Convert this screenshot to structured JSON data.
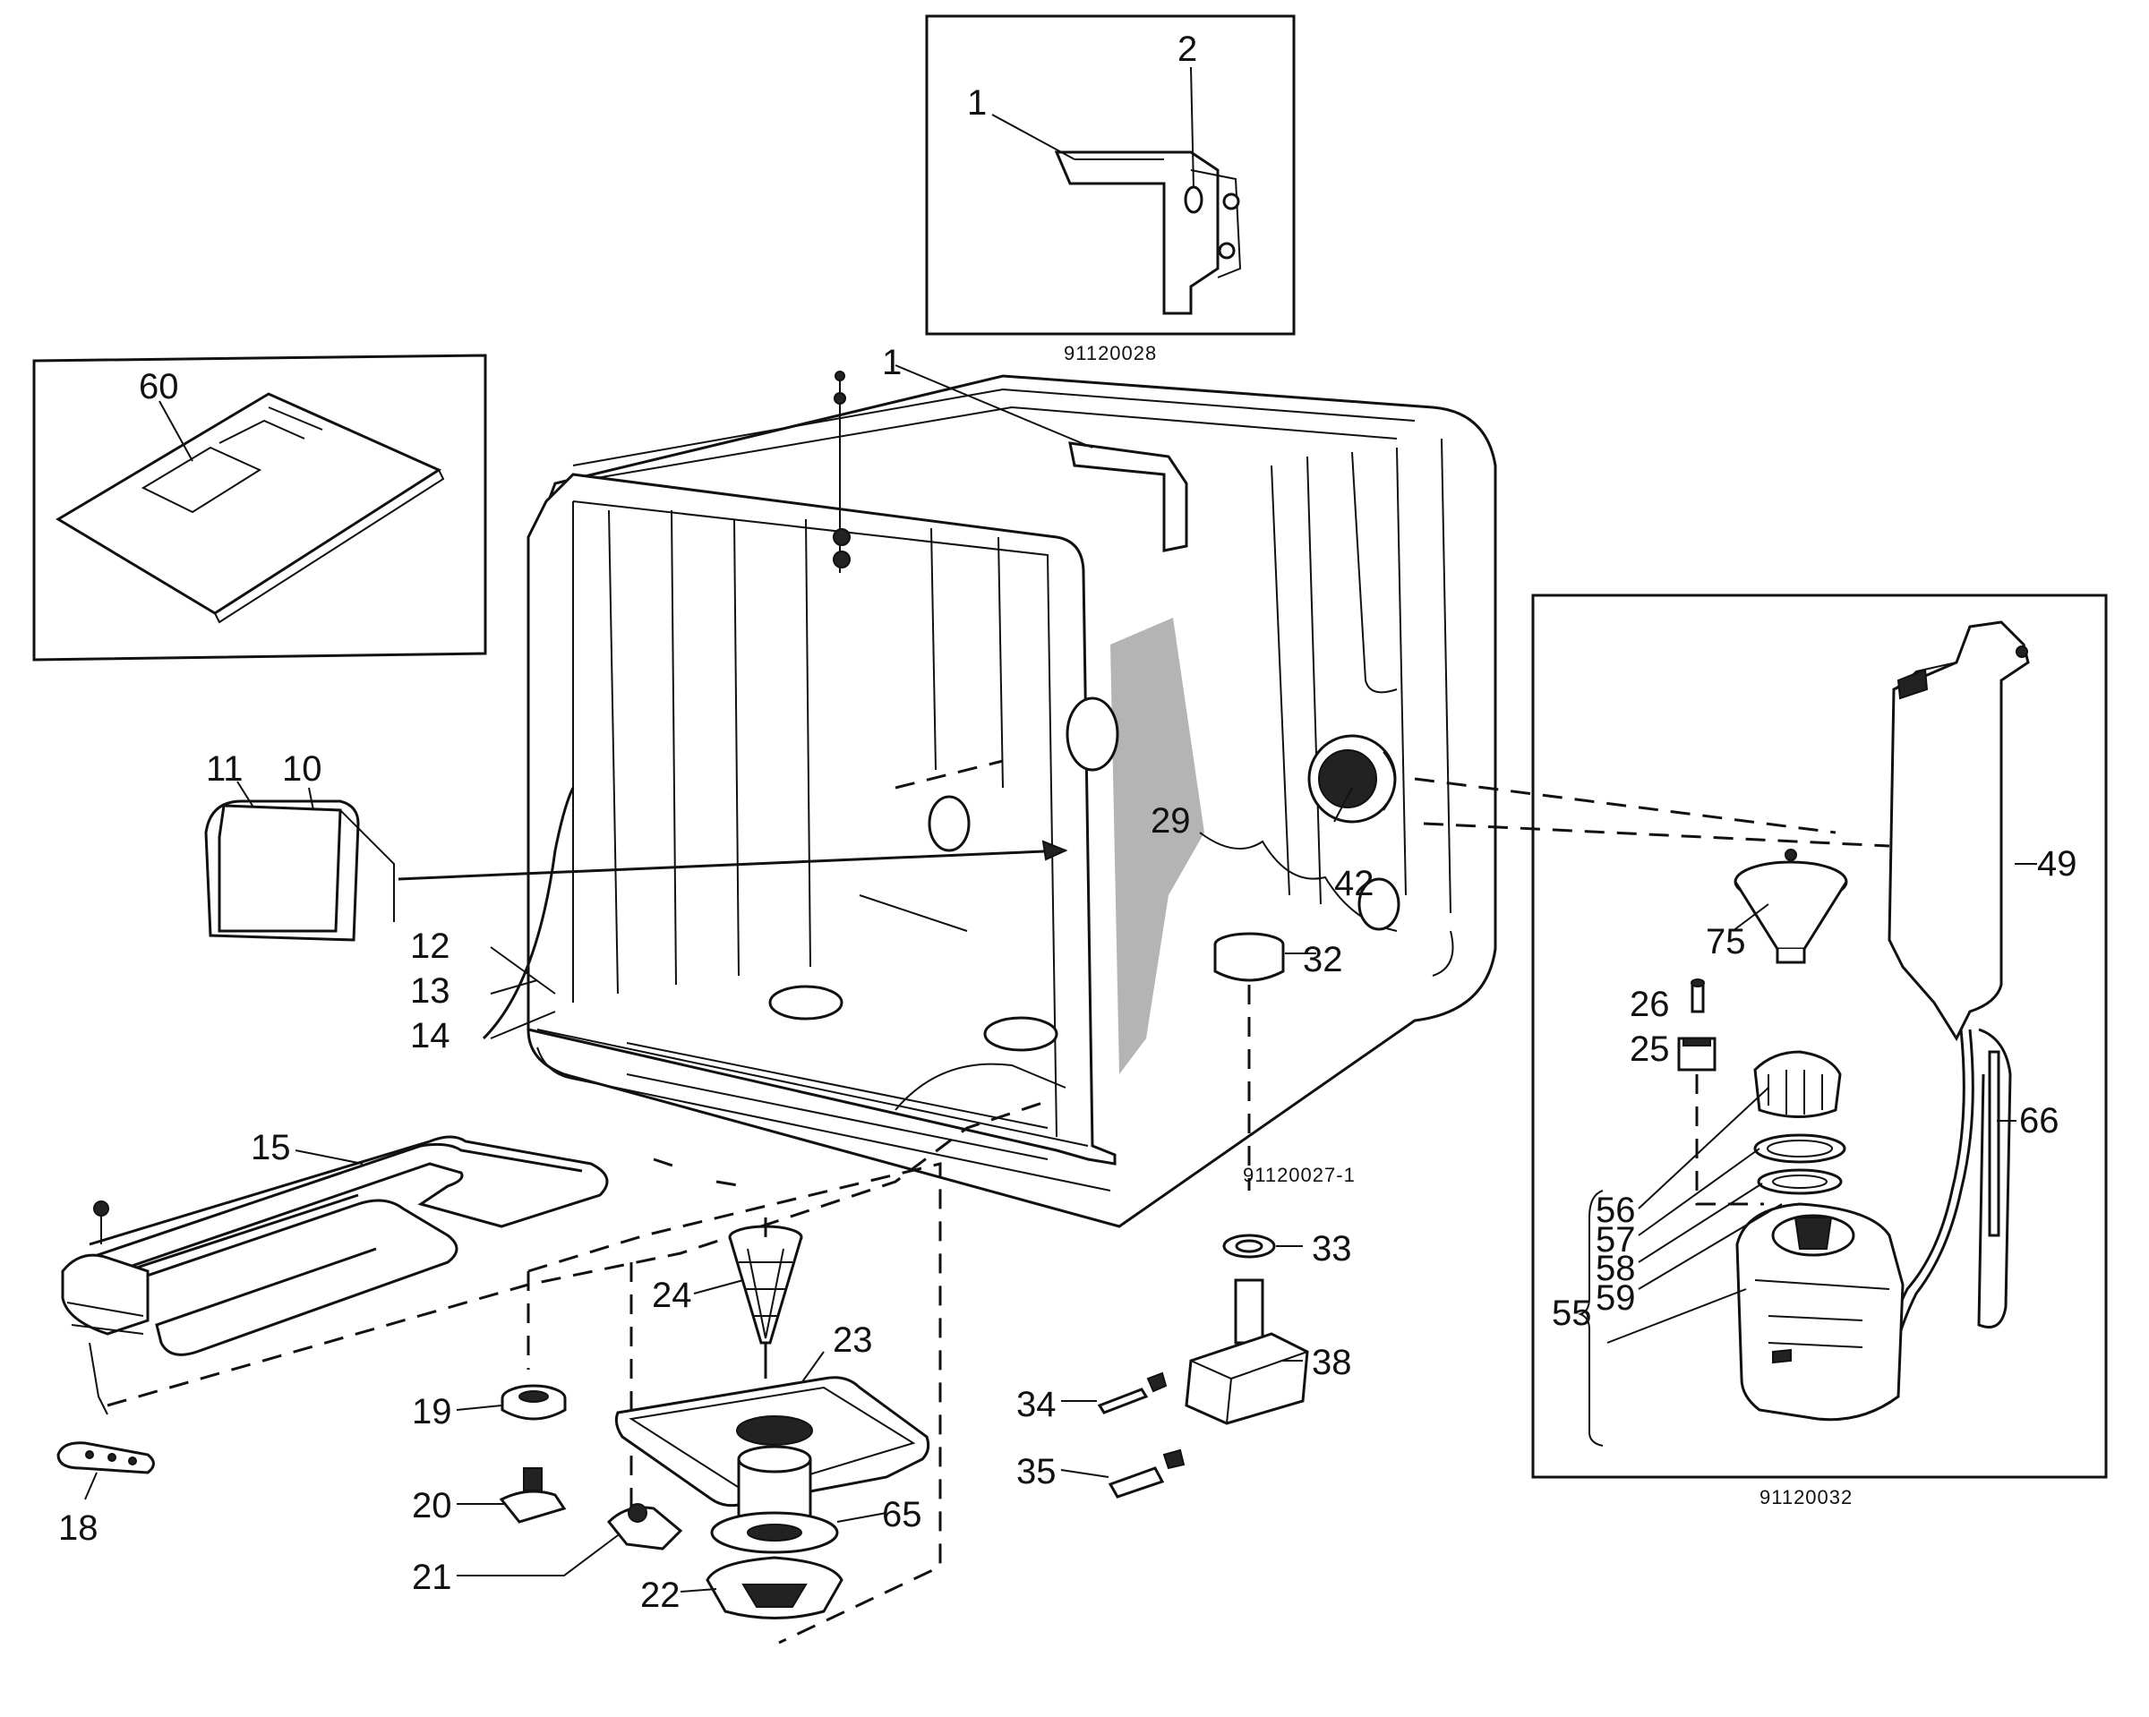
{
  "labels": {
    "l1": "1",
    "l2": "2",
    "l1b": "1",
    "l10": "10",
    "l11": "11",
    "l12": "12",
    "l13": "13",
    "l14": "14",
    "l15": "15",
    "l18": "18",
    "l19": "19",
    "l20": "20",
    "l21": "21",
    "l22": "22",
    "l23": "23",
    "l24": "24",
    "l25": "25",
    "l26": "26",
    "l29": "29",
    "l32": "32",
    "l33": "33",
    "l34": "34",
    "l35": "35",
    "l38": "38",
    "l42": "42",
    "l49": "49",
    "l55": "55",
    "l56": "56",
    "l57": "57",
    "l58": "58",
    "l59": "59",
    "l60": "60",
    "l65": "65",
    "l66": "66",
    "l75": "75"
  },
  "captions": {
    "top_inset": "91120028",
    "right_inset": "91120032",
    "main": "91120027-1"
  }
}
